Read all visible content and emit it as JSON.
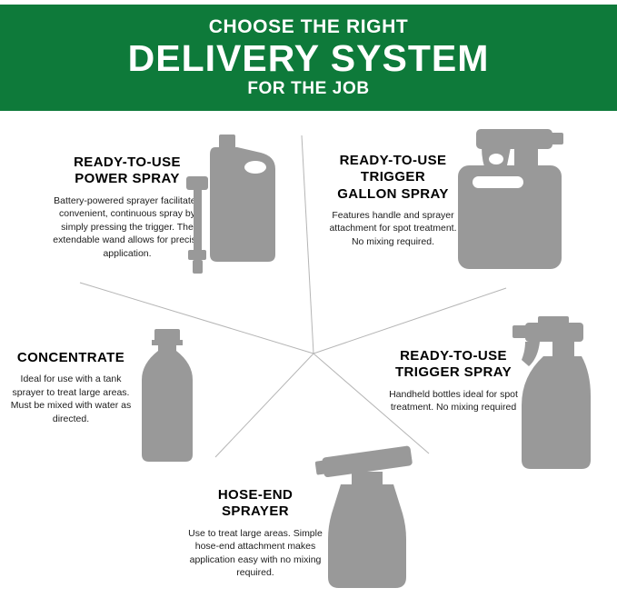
{
  "header": {
    "line1": "CHOOSE THE RIGHT",
    "line2": "DELIVERY SYSTEM",
    "line3": "FOR THE JOB",
    "bg_color": "#0e7a3a",
    "text_color": "#ffffff"
  },
  "diagram": {
    "silhouette_color": "#999999",
    "line_color": "#b5b5b5",
    "sections": [
      {
        "id": "ready-to-use-power-spray",
        "title": "READY-TO-USE\nPOWER SPRAY",
        "description": "Battery-powered sprayer facilitates convenient, continuous spray by simply pressing the trigger. The extendable wand allows for precise application.",
        "icon": "power-sprayer-silhouette"
      },
      {
        "id": "ready-to-use-trigger-gallon-spray",
        "title": "READY-TO-USE\nTRIGGER\nGALLON SPRAY",
        "description": "Features handle and sprayer attachment for spot treatment. No mixing required.",
        "icon": "gallon-trigger-sprayer-silhouette"
      },
      {
        "id": "concentrate",
        "title": "CONCENTRATE",
        "description": "Ideal for use with a tank sprayer to treat large areas. Must be mixed with water as directed.",
        "icon": "concentrate-bottle-silhouette"
      },
      {
        "id": "ready-to-use-trigger-spray",
        "title": "READY-TO-USE\nTRIGGER SPRAY",
        "description": "Handheld bottles ideal for spot treatment. No mixing required",
        "icon": "trigger-spray-bottle-silhouette"
      },
      {
        "id": "hose-end-sprayer",
        "title": "HOSE-END\nSPRAYER",
        "description": "Use to treat large areas. Simple hose-end attachment makes application easy with no mixing required.",
        "icon": "hose-end-sprayer-silhouette"
      }
    ]
  }
}
